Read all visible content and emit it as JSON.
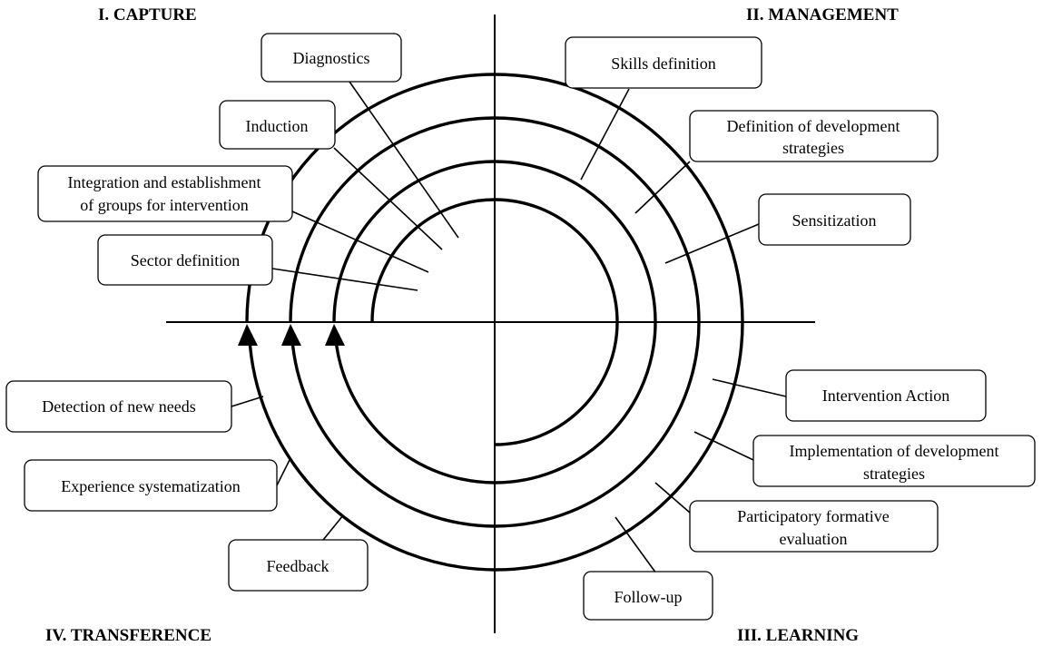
{
  "quadrants": {
    "capture": "I. CAPTURE",
    "management": "II. MANAGEMENT",
    "learning": "III. LEARNING",
    "transference": "IV. TRANSFERENCE"
  },
  "capture": {
    "diagnostics": "Diagnostics",
    "induction": "Induction",
    "integration_line1": "Integration and establishment",
    "integration_line2": "of groups for intervention",
    "sector_definition": "Sector definition"
  },
  "management": {
    "skills_definition": "Skills definition",
    "development_line1": "Definition of development",
    "development_line2": "strategies",
    "sensitization": "Sensitization"
  },
  "learning": {
    "intervention_action": "Intervention Action",
    "implementation_line1": "Implementation of development",
    "implementation_line2": "strategies",
    "evaluation_line1": "Participatory formative",
    "evaluation_line2": "evaluation",
    "follow_up": "Follow-up"
  },
  "transference": {
    "new_needs": "Detection of new needs",
    "systematization": "Experience systematization",
    "feedback": "Feedback"
  }
}
